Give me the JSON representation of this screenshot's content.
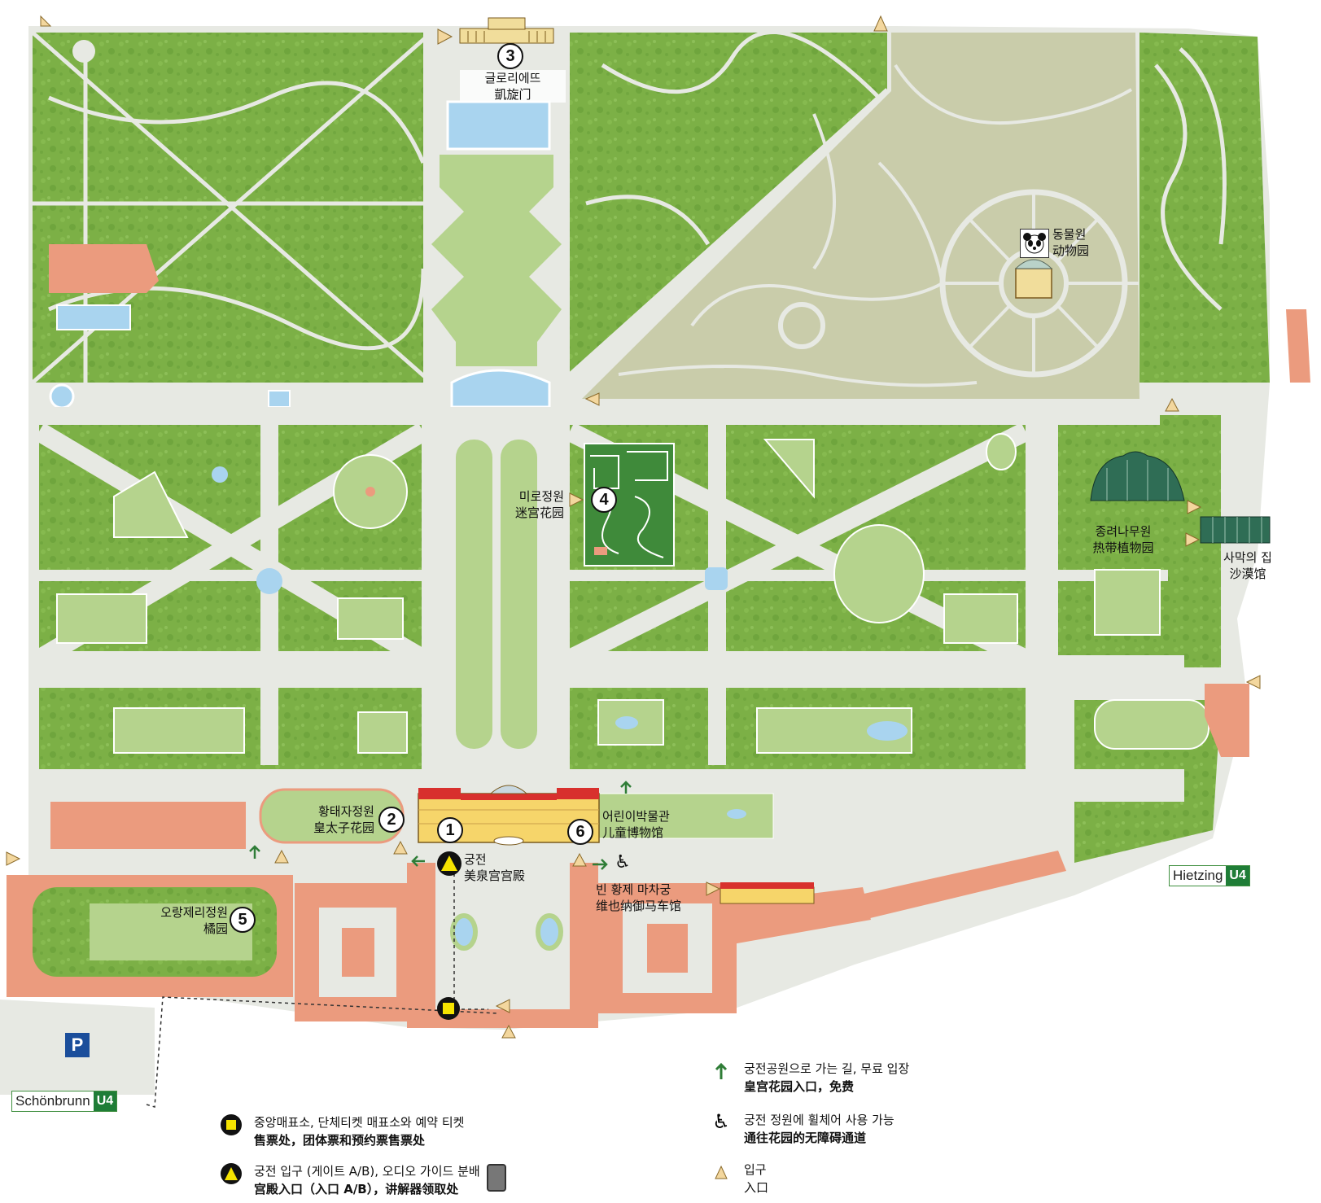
{
  "colors": {
    "lawn": "#7fb24a",
    "lawn_light": "#b5d38d",
    "path": "#e7e9e3",
    "zoo": "#c9ccaa",
    "building": "#eb9b7e",
    "water": "#a9d4ef",
    "entrance": "#f3d79e",
    "u4": "#1f7d37",
    "parking": "#1b4e9b"
  },
  "places": {
    "gloriette": {
      "num": "3",
      "ko": "글로리에뜨",
      "zh": "凱旋门"
    },
    "zoo": {
      "ko": "동물원",
      "zh": "动物园",
      "icon": "panda-icon"
    },
    "maze": {
      "num": "4",
      "ko": "미로정원",
      "zh": "迷宫花园"
    },
    "palm_house": {
      "ko": "종려나무원",
      "zh": "热带植物园"
    },
    "desert_house": {
      "ko": "사막의 집",
      "zh": "沙漠馆"
    },
    "crown_prince": {
      "num": "2",
      "ko": "황태자정원",
      "zh": "皇太子花园"
    },
    "palace": {
      "num": "1",
      "ko": "궁전",
      "zh": "美泉宫宫殿"
    },
    "children_museum": {
      "num": "6",
      "ko": "어린이박물관",
      "zh": "儿童博物馆"
    },
    "carriage_museum": {
      "ko": "빈 황제 마차궁",
      "zh": "维也纳御马车馆"
    },
    "orangery": {
      "num": "5",
      "ko": "오랑제리정원",
      "zh": "橘园"
    }
  },
  "stations": {
    "hietzing": {
      "name": "Hietzing",
      "line": "U4"
    },
    "schoenbrunn": {
      "name": "Schönbrunn",
      "line": "U4"
    }
  },
  "parking_label": "P",
  "legend": {
    "ticket": {
      "ko": "중앙매표소, 단체티켓 매표소와 예약 티켓",
      "zh": "售票处，团体票和预约票售票处"
    },
    "palace_entrance": {
      "ko": "궁전 입구 (게이트 A/B), 오디오 가이드 분배",
      "zh": "宫殿入口（入口 A/B），讲解器领取处"
    },
    "free_entry": {
      "ko": "궁전공원으로 가는 길, 무료 입장",
      "zh": "皇宫花园入口，免费"
    },
    "wheelchair": {
      "ko": "궁전 정원에 휠체어 사용 가능",
      "zh": "通往花园的无障碍通道"
    },
    "entrance": {
      "ko": "입구",
      "zh": "入口"
    }
  }
}
